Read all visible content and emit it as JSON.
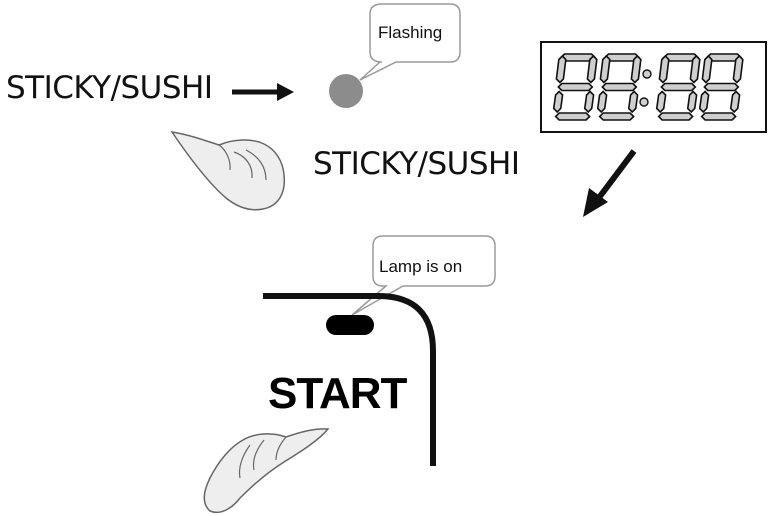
{
  "labels": {
    "top_button": "STICKY/SUSHI",
    "mid_button": "STICKY/SUSHI",
    "start": "START"
  },
  "callouts": {
    "indicator": "Flashing",
    "start_lamp": "Lamp is on"
  },
  "display": {
    "digits": "88:88",
    "state": "all segments faint"
  },
  "colors": {
    "ink": "#111111",
    "indicator_dot": "#8c8c8c",
    "hand_fill": "#eeeeee",
    "segment_faint": "#cfcfcf",
    "lamp": "#000000"
  },
  "icons": [
    "right-arrow-icon",
    "down-left-arrow-icon",
    "pointing-hand-icon",
    "speech-bubble-icon"
  ]
}
